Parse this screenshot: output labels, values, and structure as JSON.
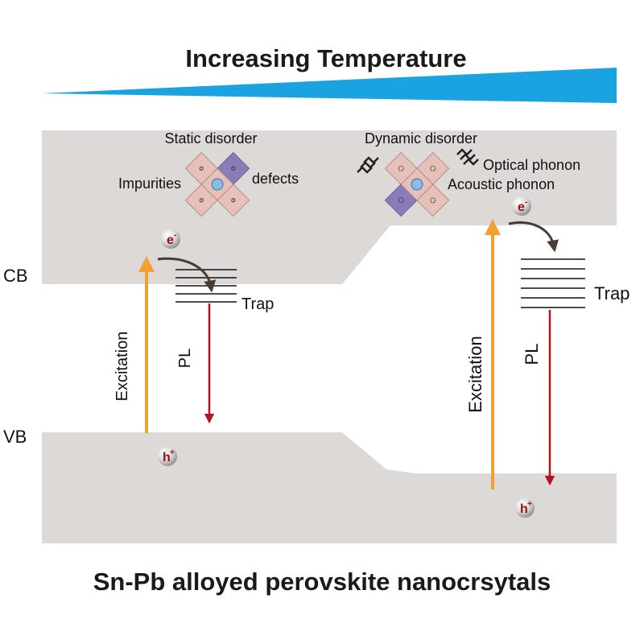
{
  "title": "Increasing Temperature",
  "footer": "Sn-Pb alloyed perovskite nanocrsytals",
  "band_labels": {
    "cb": "CB",
    "vb": "VB"
  },
  "left_panel": {
    "disorder_title": "Static disorder",
    "impurities": "Impurities",
    "defects": "defects",
    "excitation": "Excitation",
    "pl": "PL",
    "trap": "Trap",
    "electron": "e",
    "electron_sup": "-",
    "hole": "h",
    "hole_sup": "+"
  },
  "right_panel": {
    "disorder_title": "Dynamic disorder",
    "optical_phonon": "Optical phonon",
    "acoustic_phonon": "Acoustic phonon",
    "excitation": "Excitation",
    "pl": "PL",
    "trap": "Trap",
    "electron": "e",
    "electron_sup": "-",
    "hole": "h",
    "hole_sup": "+"
  },
  "colors": {
    "band": "#ddd9d6",
    "wedge": "#1aa3e0",
    "excitation_arrow": "#f0a132",
    "pl_arrow": "#b0141e",
    "relax_arrow": "#4a3b34",
    "tile_light": "#e7c0b9",
    "tile_dark": "#8b7bb8",
    "ion": "#89bde6"
  }
}
